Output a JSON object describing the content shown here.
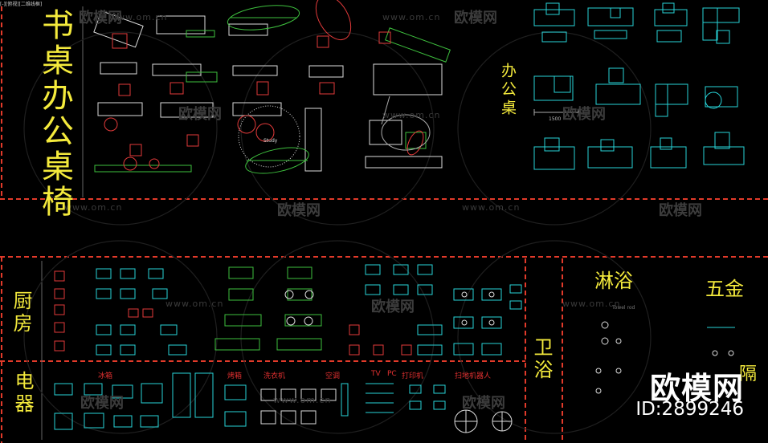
{
  "tab_strip": "[-][俯视][二维线框]",
  "watermark": {
    "url": "www.om.cn",
    "cn": "欧模网"
  },
  "sections": {
    "desk_chair": "书桌办公桌椅",
    "office_desk": "办公桌",
    "kitchen": "厨房",
    "appliance": "电器",
    "bath": "卫浴",
    "shower": "淋浴",
    "hardware": "五金"
  },
  "sublabels": {
    "fridge": "冰箱",
    "tv_cabinet": "烤箱",
    "washer": "洗衣机",
    "ac": "空调",
    "tv": "TV",
    "pc": "PC",
    "printer": "打印机",
    "robot": "扫地机器人"
  },
  "dimension": "1500",
  "stamp": "Study",
  "faint_note": "Towel rod",
  "partial_label": "隔",
  "brand": "欧模网",
  "id_text": "ID:2899246",
  "colors": {
    "title": "#f4ea3c",
    "cad_cyan": "#27d3d8",
    "cad_red": "#e23a3a",
    "cad_green": "#3ec03e",
    "cad_white": "#dcdcdc",
    "divider": "#e23a2a"
  }
}
